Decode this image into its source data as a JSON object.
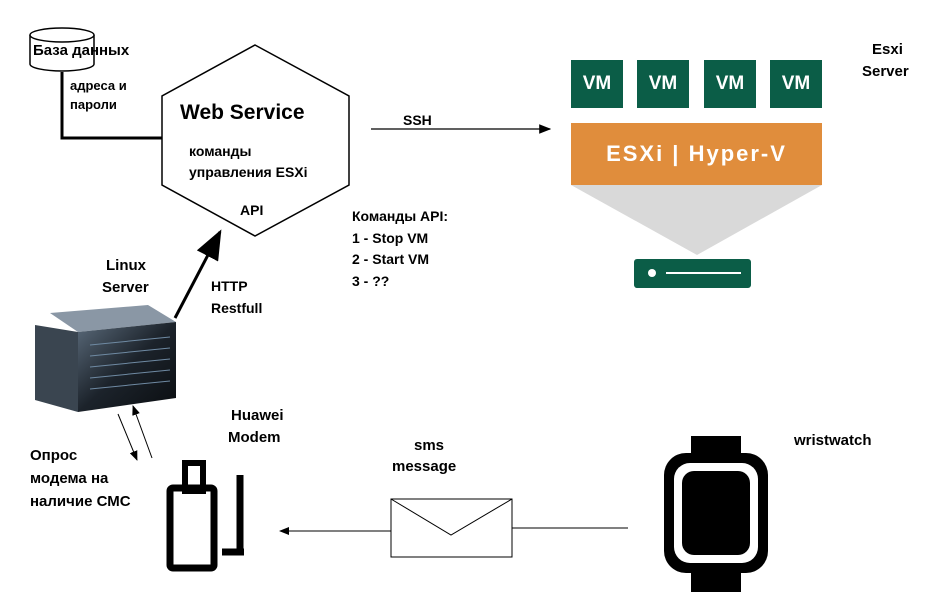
{
  "database": {
    "label": "База данных",
    "note_line1": "адреса и",
    "note_line2": "пароли"
  },
  "web_service": {
    "title": "Web Service",
    "cmd_line1": "команды",
    "cmd_line2": "управления ESXi",
    "api": "API"
  },
  "ssh_label": "SSH",
  "api_commands": {
    "heading": "Команды API:",
    "items": [
      "1 - Stop VM",
      "2 - Start VM",
      "3 - ??"
    ]
  },
  "linux_server": {
    "line1": "Linux",
    "line2": "Server"
  },
  "http": {
    "line1": "HTTP",
    "line2": "Restfull"
  },
  "esxi_server": {
    "line1": "Esxi",
    "line2": "Server",
    "vms": [
      "VM",
      "VM",
      "VM",
      "VM"
    ],
    "hypervisor": "ESXi | Hyper-V"
  },
  "modem": {
    "line1": "Huawei",
    "line2": "Modem"
  },
  "poll": {
    "line1": "Опрос",
    "line2": "модема на",
    "line3": "наличие СМС"
  },
  "sms": {
    "line1": "sms",
    "line2": "message"
  },
  "watch_label": "wristwatch",
  "colors": {
    "vm_green": "#0b5d47",
    "hypervisor_orange": "#e08d3c",
    "funnel_gray": "#d9d9d9",
    "server_green": "#0b5d47"
  }
}
